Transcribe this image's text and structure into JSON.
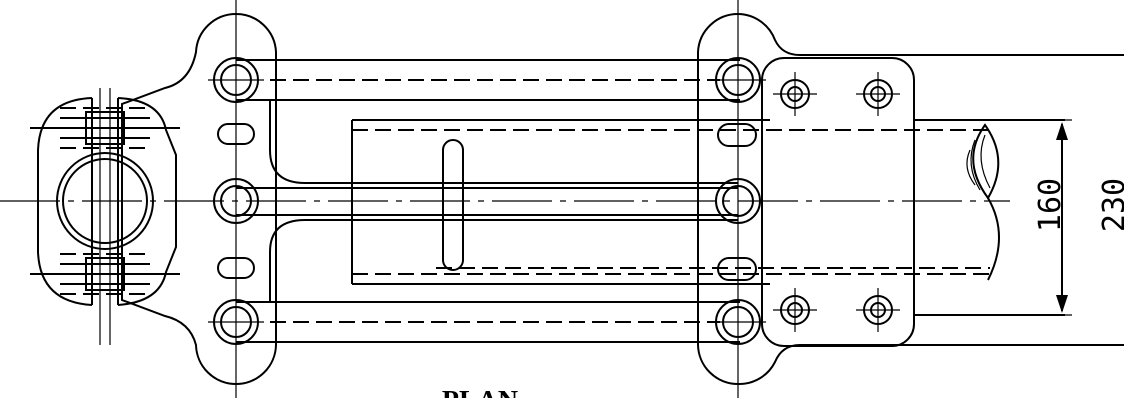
{
  "drawing": {
    "view_title": "PLAN",
    "dimensions": {
      "inner": "160",
      "outer": "230"
    }
  }
}
